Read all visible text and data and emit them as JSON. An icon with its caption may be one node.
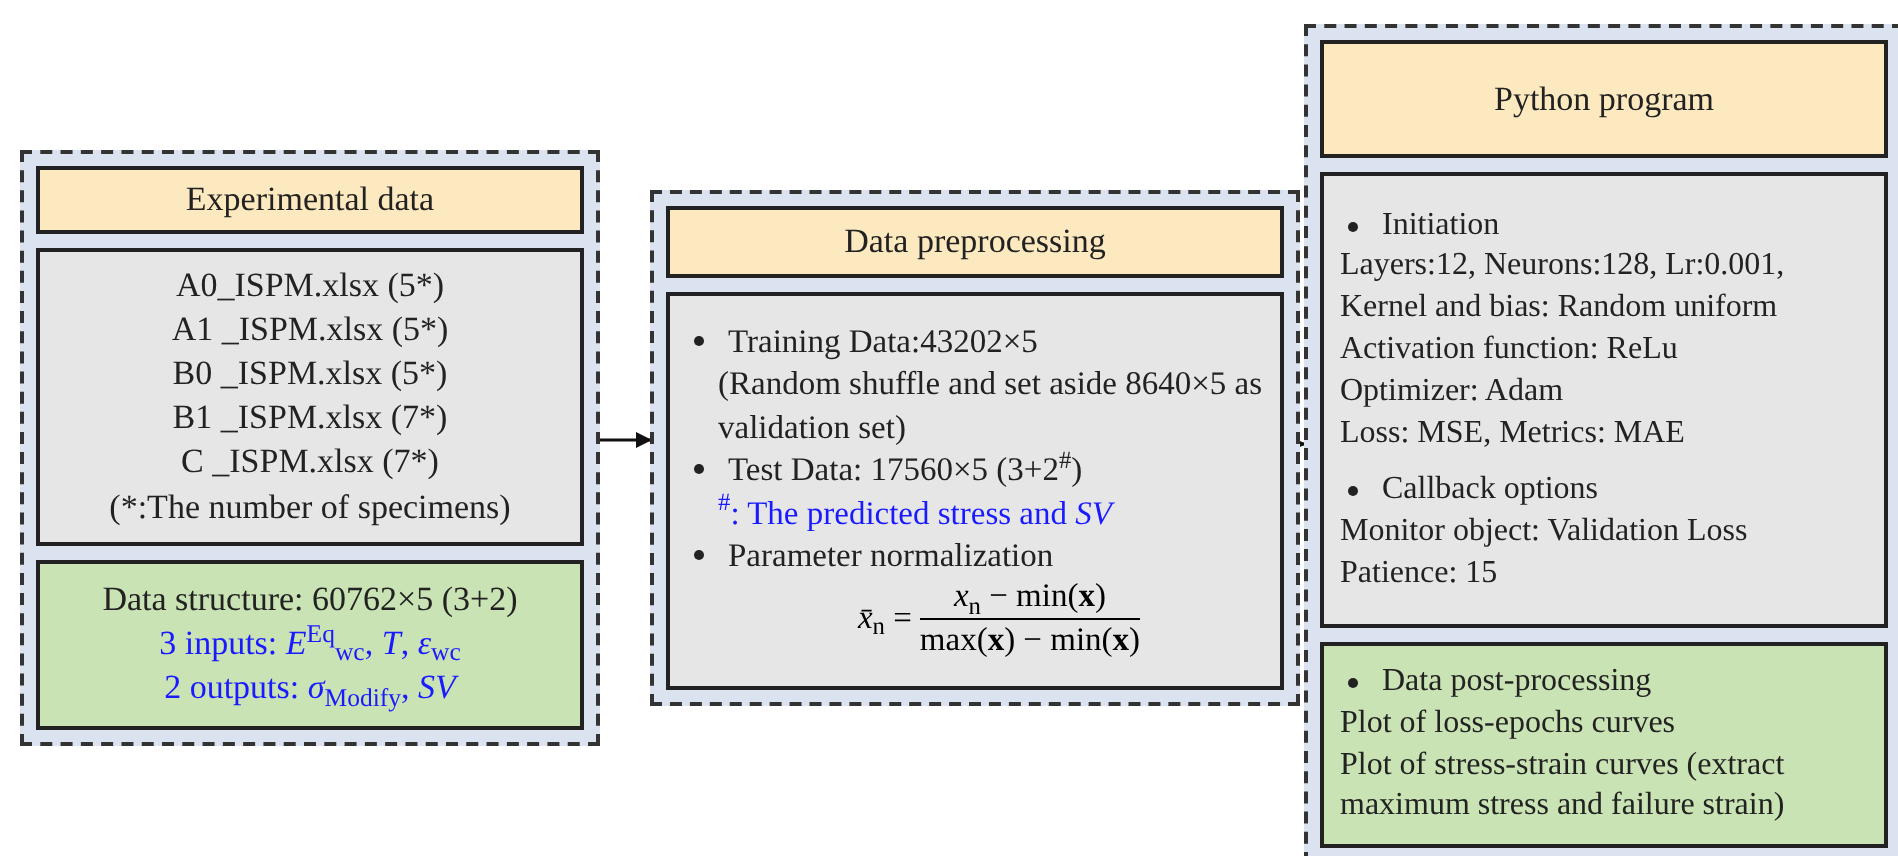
{
  "diagram": {
    "nodes": [
      {
        "text": [],
        "shape": "box"
      },
      {
        "text": [
          "Experimental data"
        ],
        "in": 0
      },
      {
        "text": [
          "A0_ISPM.xlsx (5*)",
          "A1 _ISPM.xlsx (5*)",
          "B0 _ISPM.xlsx (5*)",
          "B1 _ISPM.xlsx (7*)",
          "C _ISPM.xlsx (7*)",
          "(*:The number of specimens)"
        ],
        "in": 0
      },
      {
        "text": [
          "Data structure: 60762×5 (3+2)",
          "3 inputs: *E*$^{Eq}$$_{wc}$, *T*, *ε*$_{wc}$",
          "2 outputs: *σ*$_{Modify}$, *SV*"
        ],
        "in": 0
      },
      {
        "text": [],
        "shape": "box"
      },
      {
        "text": [
          "Data preprocessing"
        ],
        "in": 4
      },
      {
        "text": [
          "Training Data:43202×5",
          "(Random shuffle and set aside 8640×5 as validation set)",
          "Test Data: 17560×5 (3+2$^{#}$)",
          "$^{#}$: The predicted stress and *SV*",
          "Parameter normalization",
          "*x̄*$_{n}$ =",
          "*x*$_{n}$ − min(**x**)",
          "max(**x**) − min(**x**)"
        ],
        "in": 4
      },
      {
        "text": [],
        "shape": "box"
      },
      {
        "text": [
          "Python program"
        ],
        "in": 7
      },
      {
        "text": [
          "Initiation",
          "Layers:12, Neurons:128, Lr:0.001,",
          "Kernel and bias: Random uniform",
          "Activation function: ReLu",
          "Optimizer: Adam",
          "Loss: MSE, Metrics: MAE",
          "Callback options",
          "Monitor object: Validation Loss",
          "Patience: 15"
        ],
        "in": 7
      },
      {
        "text": [
          "Data post-processing",
          "Plot of loss-epochs curves",
          "Plot of stress-strain curves (extract maximum stress and failure strain)"
        ],
        "in": 7
      }
    ],
    "edges": [
      {
        "from": 0,
        "to": 4,
        "arrow": "to"
      },
      {
        "from": 4,
        "to": 7,
        "arrow": "to"
      }
    ]
  }
}
